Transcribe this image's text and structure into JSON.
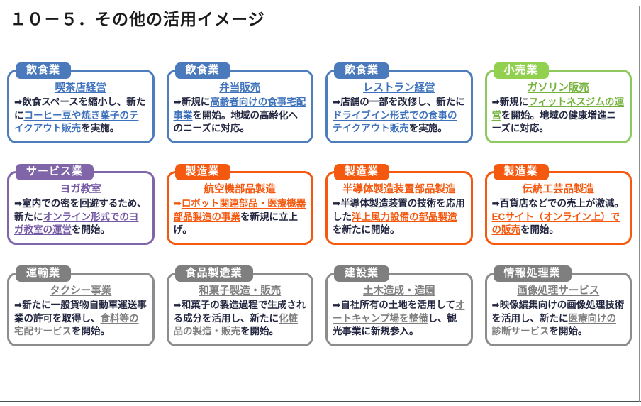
{
  "page": {
    "title": "１０－５．その他の活用イメージ"
  },
  "colors": {
    "blue": {
      "border": "#4e7dbd",
      "badge": "#4a7abc",
      "link": "#3f72bd"
    },
    "green": {
      "border": "#8ec85e",
      "badge": "#92d050",
      "link": "#74b23c"
    },
    "purple": {
      "border": "#8065a8",
      "badge": "#8065a8",
      "link": "#7458a4"
    },
    "orange": {
      "border": "#f4590f",
      "badge": "#f4590f",
      "link": "#f4590f"
    },
    "gray": {
      "border": "#8c8c8c",
      "badge": "#7f7f7f",
      "link": "#7f7f7f"
    }
  },
  "cards": [
    {
      "scheme": "blue",
      "category": "飲食業",
      "theme": "喫茶店経営",
      "body": [
        {
          "t": "➡飲食スペースを縮小し、新たに",
          "s": "n"
        },
        {
          "t": "コーヒー豆や焼き菓子のテイクアウト販売",
          "s": "h"
        },
        {
          "t": "を実施。",
          "s": "n"
        }
      ]
    },
    {
      "scheme": "blue",
      "category": "飲食業",
      "theme": "弁当販売",
      "body": [
        {
          "t": "➡新規に",
          "s": "n"
        },
        {
          "t": "高齢者向けの食事宅配事業",
          "s": "h"
        },
        {
          "t": "を開始。地域の高齢化へのニーズに対応。",
          "s": "n"
        }
      ]
    },
    {
      "scheme": "blue",
      "category": "飲食業",
      "theme": "レストラン経営",
      "body": [
        {
          "t": "➡店舗の一部を改修し、新たに",
          "s": "n"
        },
        {
          "t": "ドライブイン形式での食事のテイクアウト販売",
          "s": "h"
        },
        {
          "t": "を実施。",
          "s": "n"
        }
      ]
    },
    {
      "scheme": "green",
      "category": "小売業",
      "theme": "ガソリン販売",
      "body": [
        {
          "t": "➡新規に",
          "s": "n"
        },
        {
          "t": "フィットネスジムの運営",
          "s": "h"
        },
        {
          "t": "を開始。地域の健康増進ニーズに対応。",
          "s": "n"
        }
      ]
    },
    {
      "scheme": "purple",
      "category": "サービス業",
      "theme": "ヨガ教室",
      "body": [
        {
          "t": "➡室内での密を回避するため、新たに",
          "s": "n"
        },
        {
          "t": "オンライン形式でのヨガ教室の運営",
          "s": "h"
        },
        {
          "t": "を開始。",
          "s": "n"
        }
      ]
    },
    {
      "scheme": "orange",
      "category": "製造業",
      "theme": "航空機部品製造",
      "body": [
        {
          "t": "➡",
          "s": "a"
        },
        {
          "t": "ロボット関連部品・医療機器部品製造の事業",
          "s": "h"
        },
        {
          "t": "を新規に立上げ。",
          "s": "n"
        }
      ]
    },
    {
      "scheme": "orange",
      "category": "製造業",
      "theme": "半導体製造装置部品製造",
      "body": [
        {
          "t": "➡半導体製造装置の技術を応用した",
          "s": "n"
        },
        {
          "t": "洋上風力設備の部品製造",
          "s": "h"
        },
        {
          "t": "を新たに開始。",
          "s": "n"
        }
      ]
    },
    {
      "scheme": "orange",
      "category": "製造業",
      "theme": "伝統工芸品製造",
      "body": [
        {
          "t": "➡百貨店などでの売上が激減。",
          "s": "n"
        },
        {
          "t": "ECサイト（オンライン上）での販売",
          "s": "h"
        },
        {
          "t": "を開始。",
          "s": "n"
        }
      ]
    },
    {
      "scheme": "gray",
      "category": "運輸業",
      "theme": "タクシー事業",
      "body": [
        {
          "t": "➡新たに一般貨物自動車運送事業の許可を取得し、",
          "s": "n"
        },
        {
          "t": "食料等の宅配サービス",
          "s": "h"
        },
        {
          "t": "を開始。",
          "s": "n"
        }
      ]
    },
    {
      "scheme": "gray",
      "category": "食品製造業",
      "theme": "和菓子製造・販売",
      "body": [
        {
          "t": "➡和菓子の製造過程で生成される成分を活用し、新たに",
          "s": "n"
        },
        {
          "t": "化粧品の製造・販売",
          "s": "h"
        },
        {
          "t": "を開始。",
          "s": "n"
        }
      ]
    },
    {
      "scheme": "gray",
      "category": "建設業",
      "theme": "土木造成・造園",
      "body": [
        {
          "t": "➡自社所有の土地を活用して",
          "s": "n"
        },
        {
          "t": "オートキャンプ場を整備",
          "s": "h"
        },
        {
          "t": "し、観光事業に新規参入。",
          "s": "n"
        }
      ]
    },
    {
      "scheme": "gray",
      "category": "情報処理業",
      "theme": "画像処理サービス",
      "body": [
        {
          "t": "➡映像編集向けの画像処理技術を活用し、新たに",
          "s": "n"
        },
        {
          "t": "医療向けの診断サービス",
          "s": "h"
        },
        {
          "t": "を開始。",
          "s": "n"
        }
      ]
    }
  ]
}
